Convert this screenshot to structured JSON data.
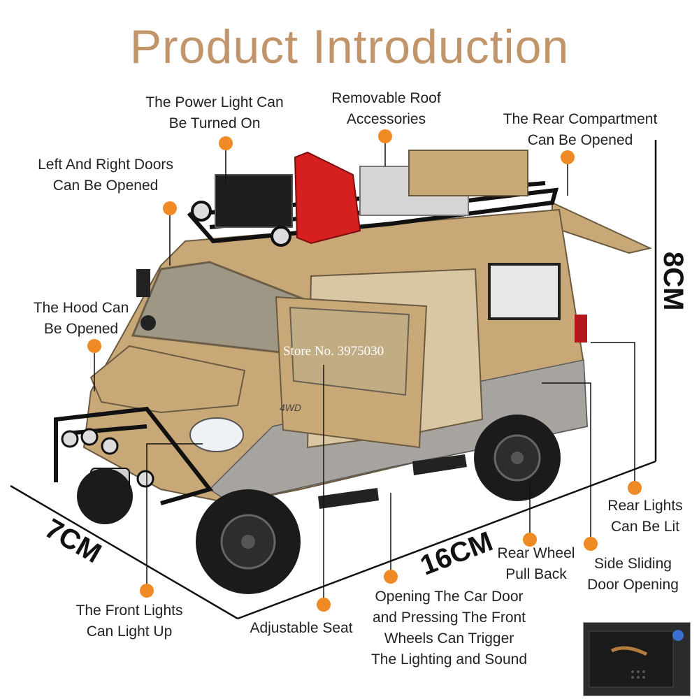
{
  "title": "Product Introduction",
  "watermark": "Store No. 3975030",
  "labels": {
    "power_light": [
      "The Power Light Can",
      "Be Turned On"
    ],
    "roof": [
      "Removable Roof",
      "Accessories"
    ],
    "rear_compartment": [
      "The Rear Compartment",
      "Can Be Opened"
    ],
    "doors": [
      "Left And Right Doors",
      "Can Be Opened"
    ],
    "hood": [
      "The Hood Can",
      "Be Opened"
    ],
    "rear_lights": [
      "Rear Lights",
      "Can Be Lit"
    ],
    "rear_wheel": [
      "Rear Wheel",
      "Pull Back"
    ],
    "side_door": [
      "Side Sliding",
      "Door Opening"
    ],
    "front_lights": [
      "The Front Lights",
      "Can Light Up"
    ],
    "seat": [
      "Adjustable Seat"
    ],
    "car_door": [
      "Opening The Car Door",
      "and Pressing The Front",
      "Wheels Can Trigger",
      "The Lighting and Sound"
    ]
  },
  "dimensions": {
    "height": "8CM",
    "width": "7CM",
    "length": "16CM"
  },
  "badge": "4WD",
  "colors": {
    "title": "#c2946a",
    "dot": "#f08a24",
    "body": "#c9a878",
    "grey": "#a7a49f",
    "fuel_can": "#d61f1f"
  }
}
